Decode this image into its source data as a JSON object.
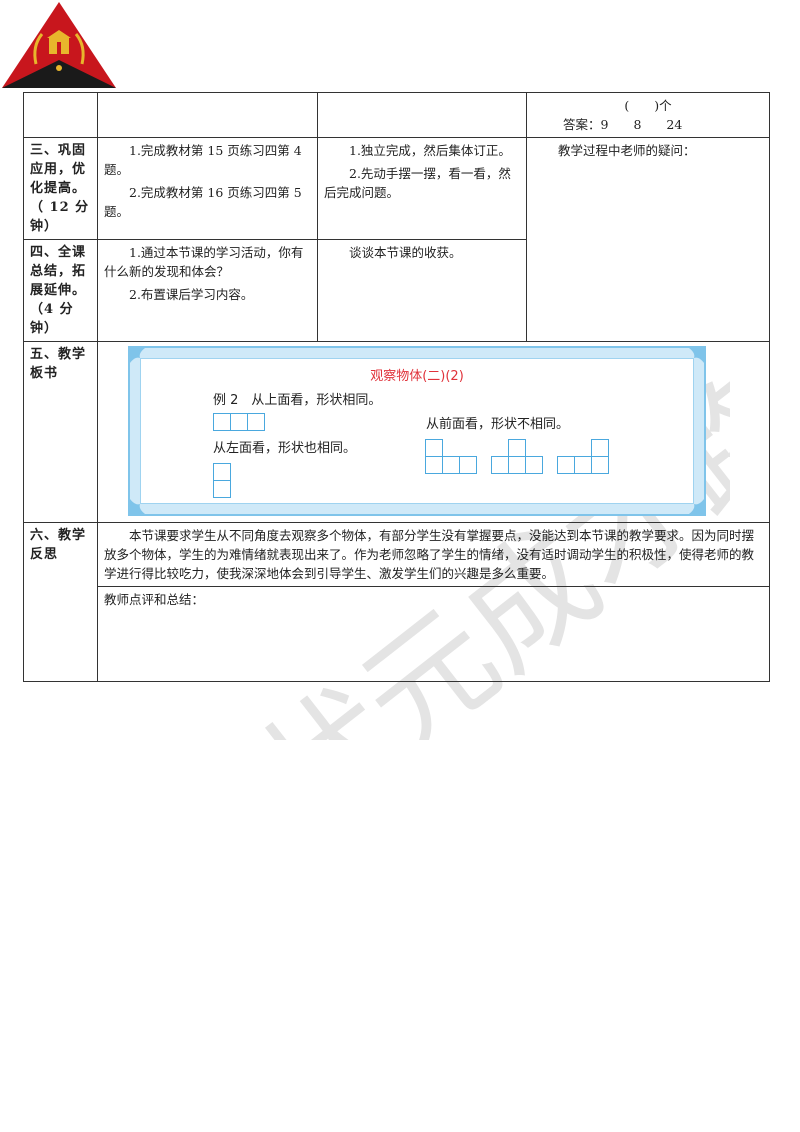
{
  "logo": {
    "icon": "school-crest-logo",
    "colors": {
      "red": "#c8161d",
      "black": "#1a1a1a",
      "gold": "#e8b62c"
    }
  },
  "watermark": {
    "text": "状元成才路"
  },
  "rows": {
    "top": {
      "answer_blank": "(　　)个",
      "answer": "答案：9　　8　　24"
    },
    "consolidate": {
      "stage": "三、巩固应用，优化提高。（ 12 分钟）",
      "teacher": [
        "1.完成教材第 15 页练习四第 4 题。",
        "2.完成教材第 16 页练习四第 5 题。"
      ],
      "student": [
        "1.独立完成，然后集体订正。",
        "2.先动手摆一摆，看一看，然后完成问题。"
      ],
      "notes": "教学过程中老师的疑问："
    },
    "summary": {
      "stage": "四、全课总结，拓展延伸。（4 分钟）",
      "teacher": [
        "1.通过本节课的学习活动，你有什么新的发现和体会？",
        "2.布置课后学习内容。"
      ],
      "student": [
        "谈谈本节课的收获。"
      ]
    },
    "board": {
      "stage": "五、教学板书",
      "title": "观察物体(二)(2)",
      "example": "例 2　从上面看，形状相同。",
      "left_view": "从左面看，形状也相同。",
      "front_view": "从前面看，形状不相同。",
      "accent_color": "#e0323a",
      "frame_color": "#7fc4ea"
    },
    "reflection": {
      "stage": "六、教学反思",
      "text": "本节课要求学生从不同角度去观察多个物体，有部分学生没有掌握要点，没能达到本节课的教学要求。因为同时摆放多个物体，学生的为难情绪就表现出来了。作为老师忽略了学生的情绪，没有适时调动学生的积极性，使得老师的教学进行得比较吃力，使我深深地体会到引导学生、激发学生们的兴趣是多么重要。",
      "comment_label": "教师点评和总结："
    }
  }
}
